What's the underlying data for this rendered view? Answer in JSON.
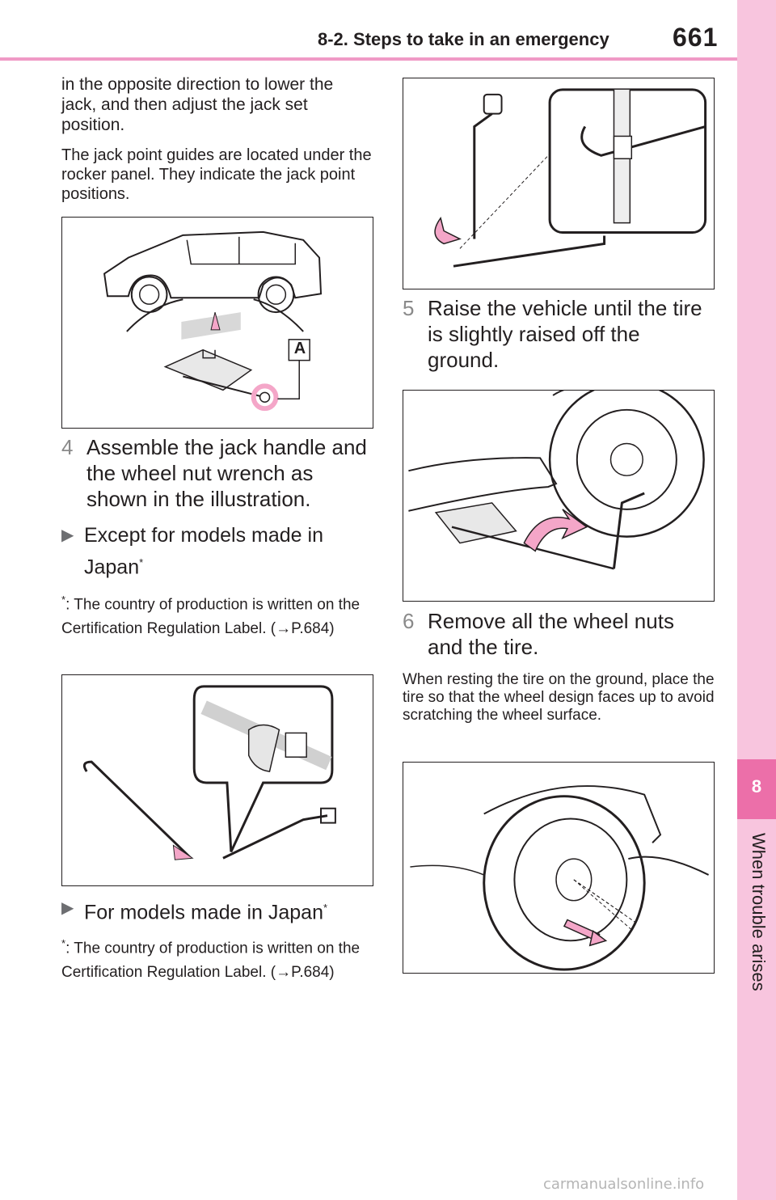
{
  "header": {
    "title": "8-2. Steps to take in an emergency",
    "page_number": "661"
  },
  "side_tab": {
    "chapter_number": "8",
    "chapter_label": "When trouble arises"
  },
  "left_col": {
    "para1": "in the opposite direction to lower the jack, and then adjust the jack set position.",
    "para2": "The jack point guides are located under the rocker panel. They indicate the jack point positions.",
    "fig1_label": "A",
    "step4_num": "4",
    "step4_text": "Assemble the jack handle and the wheel nut wrench as shown in the illustration.",
    "bullet1_text": "Except for models made in Japan",
    "bullet1_mark": "*",
    "footnote1_mark": "*",
    "footnote1_text": ": The country of production is written on the Certification Regulation Label. (→P.684)",
    "bullet2_text": "For models made in Japan",
    "bullet2_mark": "*",
    "footnote2_mark": "*",
    "footnote2_text": ": The country of production is written on the Certification Regulation Label. (→P.684)"
  },
  "right_col": {
    "step5_num": "5",
    "step5_text": "Raise the vehicle until the tire is slightly raised off the ground.",
    "step6_num": "6",
    "step6_text": "Remove all the wheel nuts and the tire.",
    "para3": "When resting the tire on the ground, place the tire so that the wheel design faces up to avoid scratching the wheel surface."
  },
  "watermark": "carmanualsonline.info",
  "colors": {
    "accent_pink": "#ec6fa9",
    "tab_pink": "#f8c5de",
    "rule_pink": "#f09ac6",
    "illustration_pink": "#f4a6c8"
  }
}
